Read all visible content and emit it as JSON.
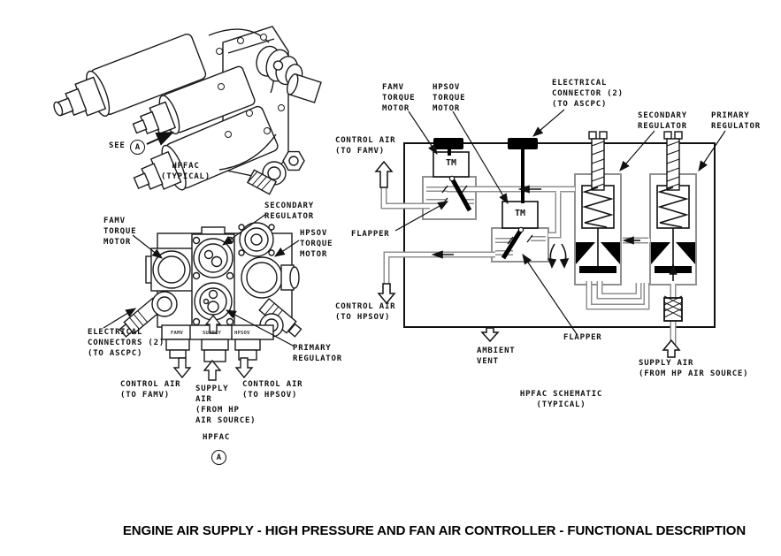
{
  "title": "ENGINE AIR SUPPLY - HIGH PRESSURE AND FAN AIR CONTROLLER - FUNCTIONAL DESCRIPTION",
  "iso_view": {
    "see": "SEE",
    "detail": "A",
    "caption": "HPFAC\n(TYPICAL)"
  },
  "front_view": {
    "famv_tm": "FAMV\nTORQUE\nMOTOR",
    "secondary_reg": "SECONDARY\nREGULATOR",
    "hpsov_tm": "HPSOV\nTORQUE\nMOTOR",
    "elec_conn": "ELECTRICAL\nCONNECTORS (2)\n(TO ASCPC)",
    "primary_reg": "PRIMARY\nREGULATOR",
    "control_air_famv": "CONTROL AIR\n(TO FAMV)",
    "supply_air": "SUPPLY\nAIR\n(FROM HP\nAIR SOURCE)",
    "control_air_hpsov": "CONTROL AIR\n(TO HPSOV)",
    "caption": "HPFAC",
    "detail": "A",
    "port_famv": "FAMV",
    "port_supply": "SUPPLY",
    "port_hpsov": "HPSOV"
  },
  "schematic": {
    "famv_tm": "FAMV\nTORQUE\nMOTOR",
    "hpsov_tm": "HPSOV\nTORQUE\nMOTOR",
    "elec_conn": "ELECTRICAL\nCONNECTOR (2)\n(TO ASCPC)",
    "secondary_reg": "SECONDARY\nREGULATOR",
    "primary_reg": "PRIMARY\nREGULATOR",
    "control_air_famv": "CONTROL AIR\n(TO FAMV)",
    "flapper_left": "FLAPPER",
    "control_air_hpsov": "CONTROL AIR\n(TO HPSOV)",
    "ambient_vent": "AMBIENT\nVENT",
    "flapper_right": "FLAPPER",
    "supply_air": "SUPPLY AIR\n(FROM HP AIR SOURCE)",
    "caption": "HPFAC SCHEMATIC\n(TYPICAL)",
    "tm_famv": "TM",
    "tm_hpsov": "TM"
  },
  "colors": {
    "line": "#111111",
    "pipe": "#8f8f8f",
    "fill_black": "#000000",
    "background": "#ffffff"
  }
}
